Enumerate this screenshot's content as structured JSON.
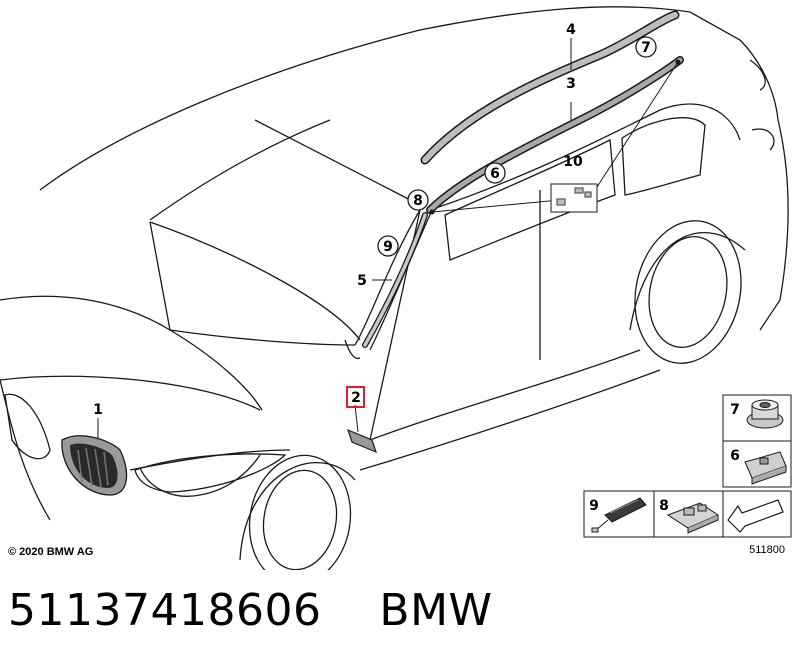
{
  "copyright": "© 2020 BMW AG",
  "diagram_number": "511800",
  "footer": {
    "part_number": "51137418606",
    "brand": "BMW"
  },
  "callouts": {
    "c1": "1",
    "c2": "2",
    "c3": "3",
    "c4": "4",
    "c5": "5",
    "c6": "6",
    "c7": "7",
    "c8": "8",
    "c9": "9",
    "c10": "10"
  },
  "inset_labels": {
    "i7": "7",
    "i6": "6",
    "i9": "9",
    "i8": "8"
  },
  "colors": {
    "highlight": "#e0202a",
    "line": "#1a1a1a"
  }
}
